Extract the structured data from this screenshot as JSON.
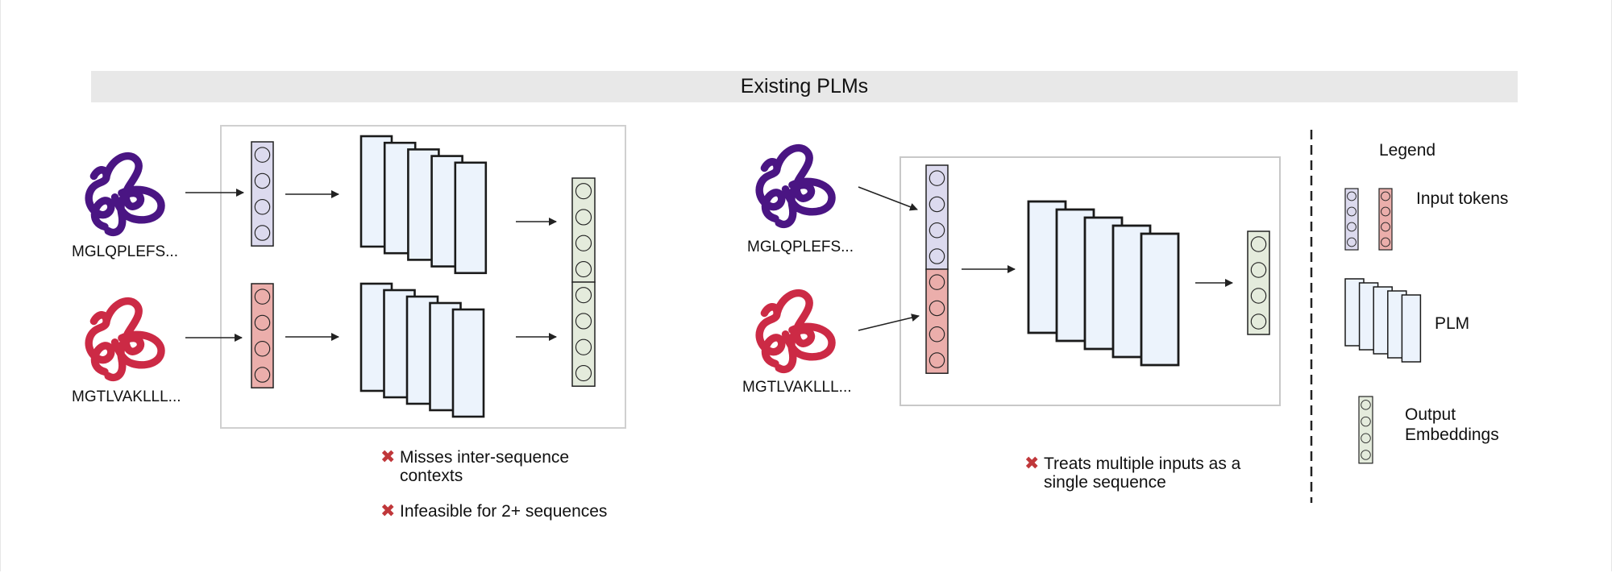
{
  "header": {
    "title": "Existing PLMs"
  },
  "colors": {
    "protein_a": "#4a1583",
    "protein_b": "#cc2a45",
    "token_a_fill": "#dcdaee",
    "token_b_fill": "#ebaeab",
    "output_fill": "#e4ebdc",
    "plm_fill": "#ecf3fc",
    "con_mark": "#c0373a",
    "panel_border": "#cfcfcf",
    "header_bg": "#e8e8e8"
  },
  "left_panel": {
    "sequences": [
      {
        "label": "MGLQPLEFS...",
        "protein": "protein_a"
      },
      {
        "label": "MGTLVAKLLL...",
        "protein": "protein_b"
      }
    ],
    "cons": [
      {
        "icon": "cross-icon",
        "text": "Misses inter-sequence contexts",
        "lines": [
          "Misses inter-sequence",
          "contexts"
        ]
      },
      {
        "icon": "cross-icon",
        "text": "Infeasible for 2+ sequences",
        "lines": [
          "Infeasible for 2+ sequences"
        ]
      }
    ]
  },
  "right_panel": {
    "sequences": [
      {
        "label": "MGLQPLEFS...",
        "protein": "protein_a"
      },
      {
        "label": "MGTLVAKLLL...",
        "protein": "protein_b"
      }
    ],
    "cons": [
      {
        "icon": "cross-icon",
        "text": "Treats multiple inputs as a single sequence",
        "lines": [
          "Treats multiple inputs as a",
          "single sequence"
        ]
      }
    ]
  },
  "legend": {
    "title": "Legend",
    "items": [
      {
        "label": "Input tokens"
      },
      {
        "label": "PLM"
      },
      {
        "label": "Output Embeddings",
        "lines": [
          "Output",
          "Embeddings"
        ]
      }
    ]
  }
}
